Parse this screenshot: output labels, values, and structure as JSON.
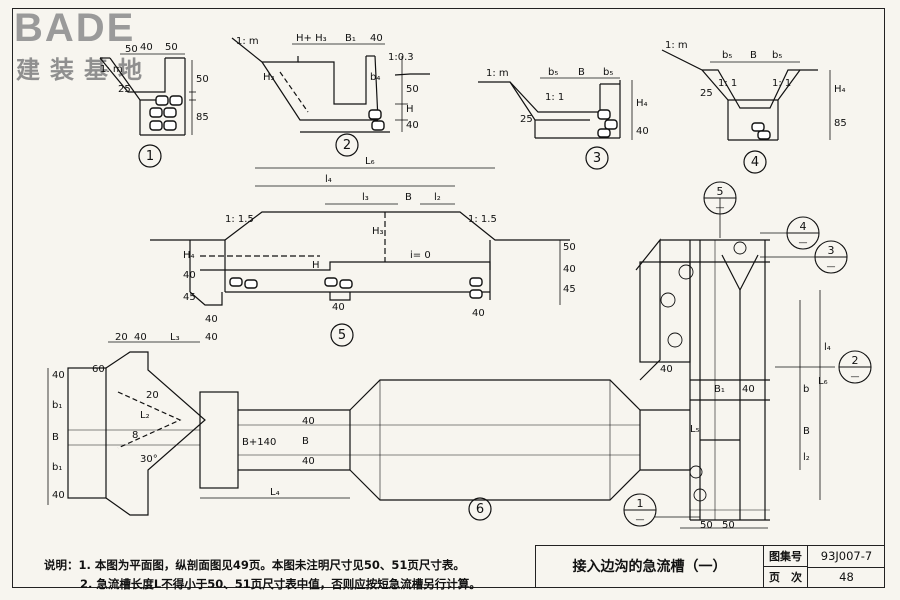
{
  "logo": {
    "brand": "BADE",
    "chinese": "建装基地"
  },
  "title_block": {
    "title": "接入边沟的急流槽（一）",
    "atlas_label": "图集号",
    "atlas_value": "93J007-7",
    "page_label": "页　次",
    "page_value": "48"
  },
  "notes": {
    "label": "说明：",
    "items": [
      "1. 本图为平面图，纵剖面图见49页。本图未注明尺寸见50、51页尺寸表。",
      "2. 急流槽长度L不得小于50、51页尺寸表中值，否则应按短急流槽另行计算。"
    ]
  },
  "sections": {
    "s1": {
      "number": "1",
      "dims": [
        "50",
        "40",
        "50",
        "1: m",
        "25",
        "50",
        "85"
      ]
    },
    "s2": {
      "number": "2",
      "dims": [
        "1: m",
        "H+ H₃",
        "B₁",
        "40",
        "1:0.3",
        "H₃",
        "b₄",
        "50",
        "H",
        "40"
      ]
    },
    "s3": {
      "number": "3",
      "dims": [
        "1: m",
        "b₅",
        "B",
        "b₅",
        "1: 1",
        "25",
        "H₄",
        "40"
      ]
    },
    "s4": {
      "number": "4",
      "dims": [
        "1: m",
        "b₅",
        "B",
        "b₅",
        "1: 1",
        "1: 1",
        "25",
        "H₄",
        "85"
      ]
    },
    "s5": {
      "number": "5",
      "dims": [
        "L₆",
        "l₄",
        "l₃",
        "B",
        "l₂",
        "1: 1.5",
        "1: 1.5",
        "H₃",
        "H₄",
        "i= 0",
        "H",
        "50",
        "40",
        "45",
        "40",
        "45",
        "40",
        "40",
        "40"
      ]
    },
    "s6": {
      "number": "6",
      "dims": [
        "20",
        "40",
        "L₃",
        "40",
        "60",
        "40",
        "b₁",
        "B",
        "b₁",
        "40",
        "20",
        "L₂",
        "8",
        "30°",
        "B+140",
        "40",
        "B",
        "40",
        "L₄",
        "40",
        "B₁",
        "40",
        "L₆",
        "l₄",
        "b",
        "l₂",
        "B",
        "L₅",
        "50",
        "50"
      ]
    }
  },
  "callouts": [
    {
      "num": "5",
      "sub": "—"
    },
    {
      "num": "4",
      "sub": "—"
    },
    {
      "num": "3",
      "sub": "—"
    },
    {
      "num": "2",
      "sub": "—"
    },
    {
      "num": "1",
      "sub": "—"
    }
  ]
}
